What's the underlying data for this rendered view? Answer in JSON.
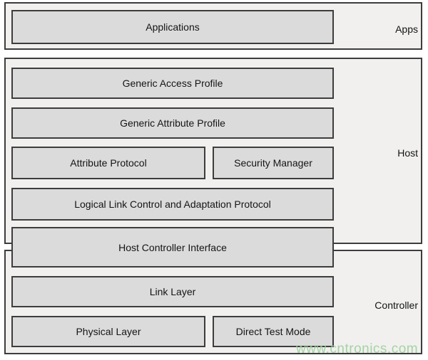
{
  "colors": {
    "border": "#3d3d3d",
    "group_fill": "#f1f0ef",
    "block_fill": "#dbdbdb",
    "text": "#141414",
    "watermark_green": "#98cf96"
  },
  "groups": [
    {
      "label": "Apps",
      "blocks": [
        {
          "label": "Applications"
        }
      ]
    },
    {
      "label": "Host",
      "blocks": [
        {
          "label": "Generic Access Profile"
        },
        {
          "label": "Generic Attribute Profile"
        },
        {
          "label": "Attribute Protocol"
        },
        {
          "label": "Security Manager"
        },
        {
          "label": "Logical Link Control and Adaptation Protocol"
        }
      ]
    },
    {
      "label": "Controller",
      "blocks": [
        {
          "label": "Link Layer"
        },
        {
          "label": "Physical Layer"
        },
        {
          "label": "Direct Test Mode"
        }
      ]
    }
  ],
  "bridge_block": {
    "label": "Host Controller Interface"
  },
  "watermark": {
    "text": "www.cntronics.com"
  }
}
